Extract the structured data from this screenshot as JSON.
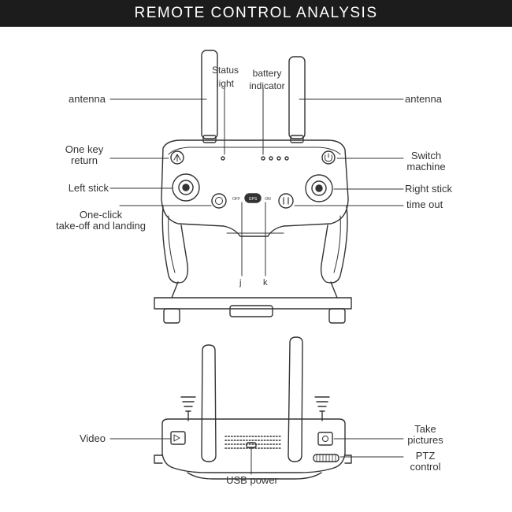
{
  "header": {
    "title": "REMOTE CONTROL ANALYSIS"
  },
  "front_view": {
    "labels": {
      "antenna_left": "antenna",
      "antenna_right": "antenna",
      "status_light_1": "Status",
      "status_light_2": "light",
      "battery_indicator_1": "battery",
      "battery_indicator_2": "indicator",
      "one_key_return_1": "One key",
      "one_key_return_2": "return",
      "switch_machine_1": "Switch",
      "switch_machine_2": "machine",
      "left_stick": "Left stick",
      "right_stick": "Right stick",
      "one_click_1": "One-click",
      "one_click_2": "take-off and landing",
      "time_out": "time out",
      "marker_j": "j",
      "marker_k": "k"
    },
    "gps_switch": {
      "off": "OFF",
      "gps": "GPS",
      "on": "ON"
    }
  },
  "top_view": {
    "labels": {
      "video": "Video",
      "take_pictures_1": "Take",
      "take_pictures_2": "pictures",
      "ptz_control_1": "PTZ",
      "ptz_control_2": "control",
      "usb_power": "USB power"
    }
  },
  "colors": {
    "banner": "#1c1c1c",
    "stroke": "#333333",
    "text": "#333333"
  }
}
